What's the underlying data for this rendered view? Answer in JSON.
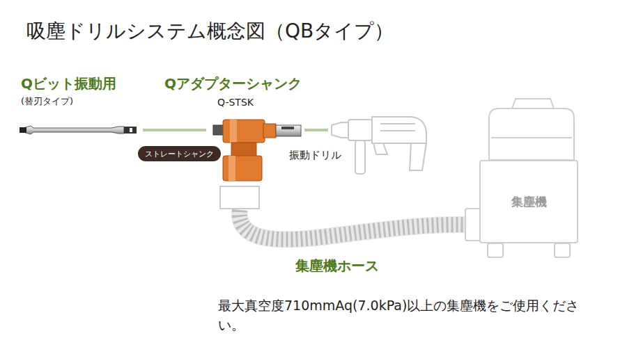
{
  "diagram": {
    "title": "吸塵ドリルシステム概念図（QBタイプ）",
    "nodes": [
      {
        "text": [
          "ストレートシャンク"
        ]
      },
      {
        "text": [
          "集塵機"
        ]
      }
    ],
    "labels": [
      "Qビット振動用",
      "(替刃タイプ)",
      "Qアダプターシャンク",
      "Q-STSK",
      "振動ドリル",
      "集塵機ホース",
      "最大真空度710mmAq(7.0kPa)以上の集塵機をご使用ください。"
    ]
  }
}
